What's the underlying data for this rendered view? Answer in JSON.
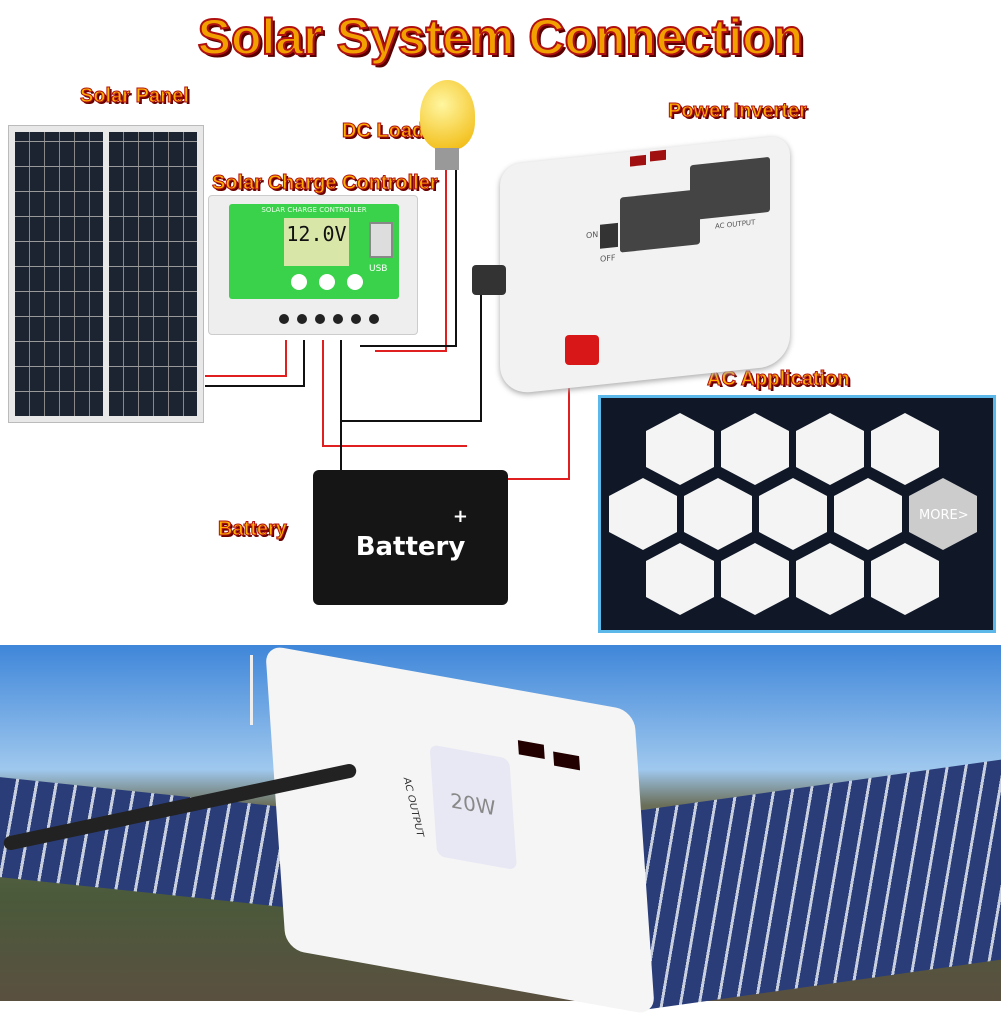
{
  "title": "Solar System Connection",
  "labels": {
    "solar_panel": "Solar Panel",
    "dc_load": "DC Load",
    "charge_controller": "Solar Charge Controller",
    "power_inverter": "Power Inverter",
    "ac_application": "AC Application",
    "battery": "Battery"
  },
  "controller": {
    "header": "SOLAR CHARGE CONTROLLER",
    "voltage": "12.0V",
    "usb": "USB"
  },
  "inverter": {
    "on": "ON",
    "off": "OFF",
    "ac_output": "AC OUTPUT"
  },
  "battery": {
    "text": "Battery",
    "plus": "+"
  },
  "ac_app": {
    "more": "MORE>"
  },
  "photo": {
    "ac_output": "AC OUTPUT",
    "charger": "20W"
  },
  "colors": {
    "title_fill": "#f2a000",
    "title_stroke": "#b01010",
    "controller_green": "#3ad24a",
    "frame_blue": "#5bb8e8",
    "wire_red": "#e02020"
  }
}
